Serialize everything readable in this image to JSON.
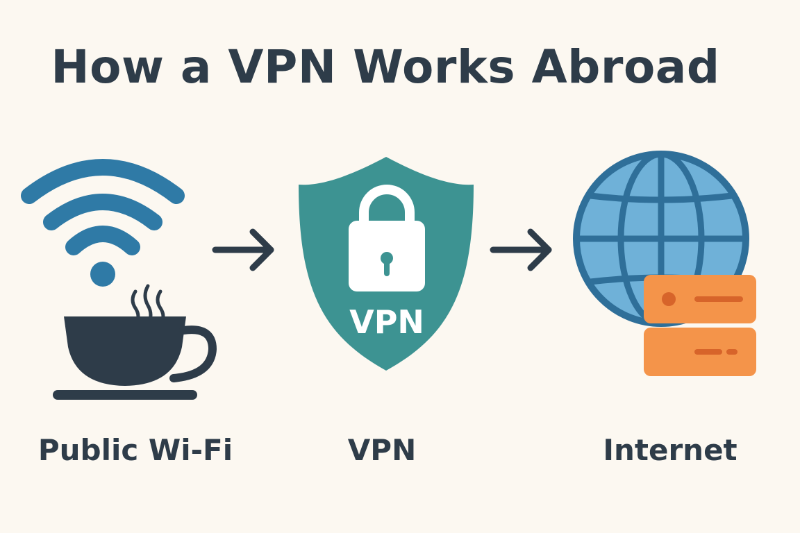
{
  "title": "How a VPN Works Abroad",
  "nodes": [
    {
      "label": "Public Wi-Fi",
      "icons": [
        "wifi-icon",
        "coffee-cup-icon"
      ]
    },
    {
      "label": "VPN",
      "icons": [
        "shield-icon",
        "padlock-icon"
      ],
      "badge": "VPN"
    },
    {
      "label": "Internet",
      "icons": [
        "globe-icon",
        "server-icon"
      ]
    }
  ],
  "arrows": [
    "arrow-right-icon",
    "arrow-right-icon"
  ],
  "colors": {
    "background": "#fcf8f1",
    "text": "#2e3c49",
    "wifi": "#2f7aa6",
    "shield": "#3d9392",
    "globe_fill": "#6fb1d8",
    "globe_line": "#2f6f99",
    "server": "#f4944a",
    "server_detail": "#d7642a"
  }
}
